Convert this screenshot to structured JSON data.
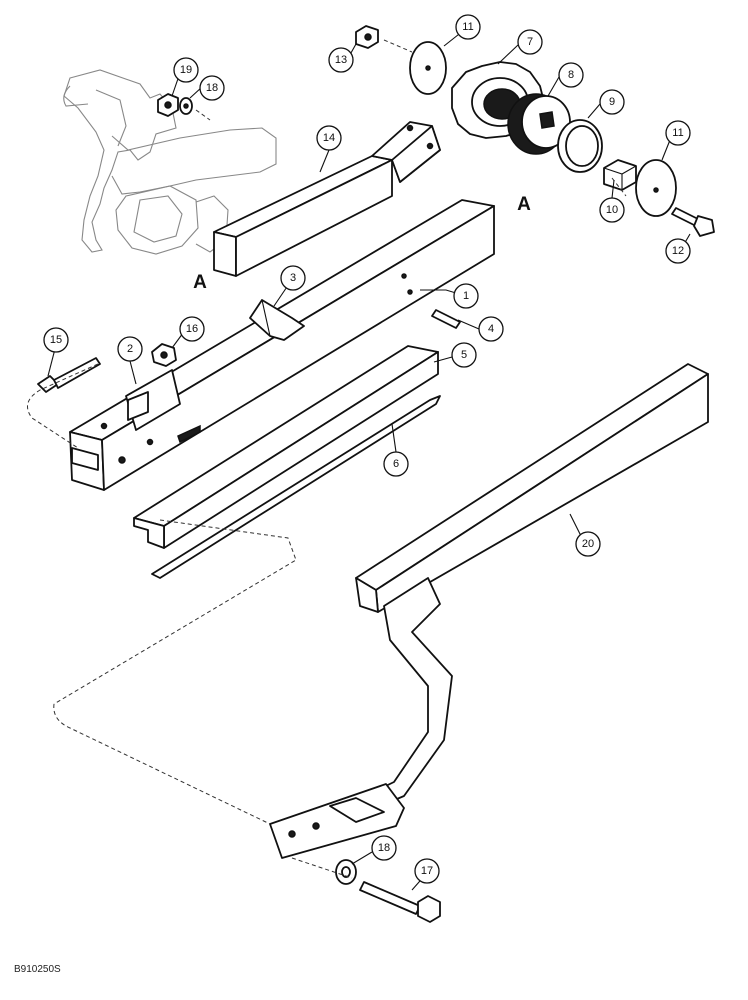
{
  "figure_code": "B910250S",
  "section_markers": [
    "A",
    "A"
  ],
  "callouts": [
    "1",
    "2",
    "3",
    "4",
    "5",
    "6",
    "7",
    "8",
    "9",
    "10",
    "11",
    "11",
    "12",
    "13",
    "14",
    "15",
    "16",
    "17",
    "18",
    "18",
    "19",
    "20"
  ],
  "colors": {
    "ink": "#111111",
    "paper": "#ffffff",
    "ghost": "#888888"
  }
}
